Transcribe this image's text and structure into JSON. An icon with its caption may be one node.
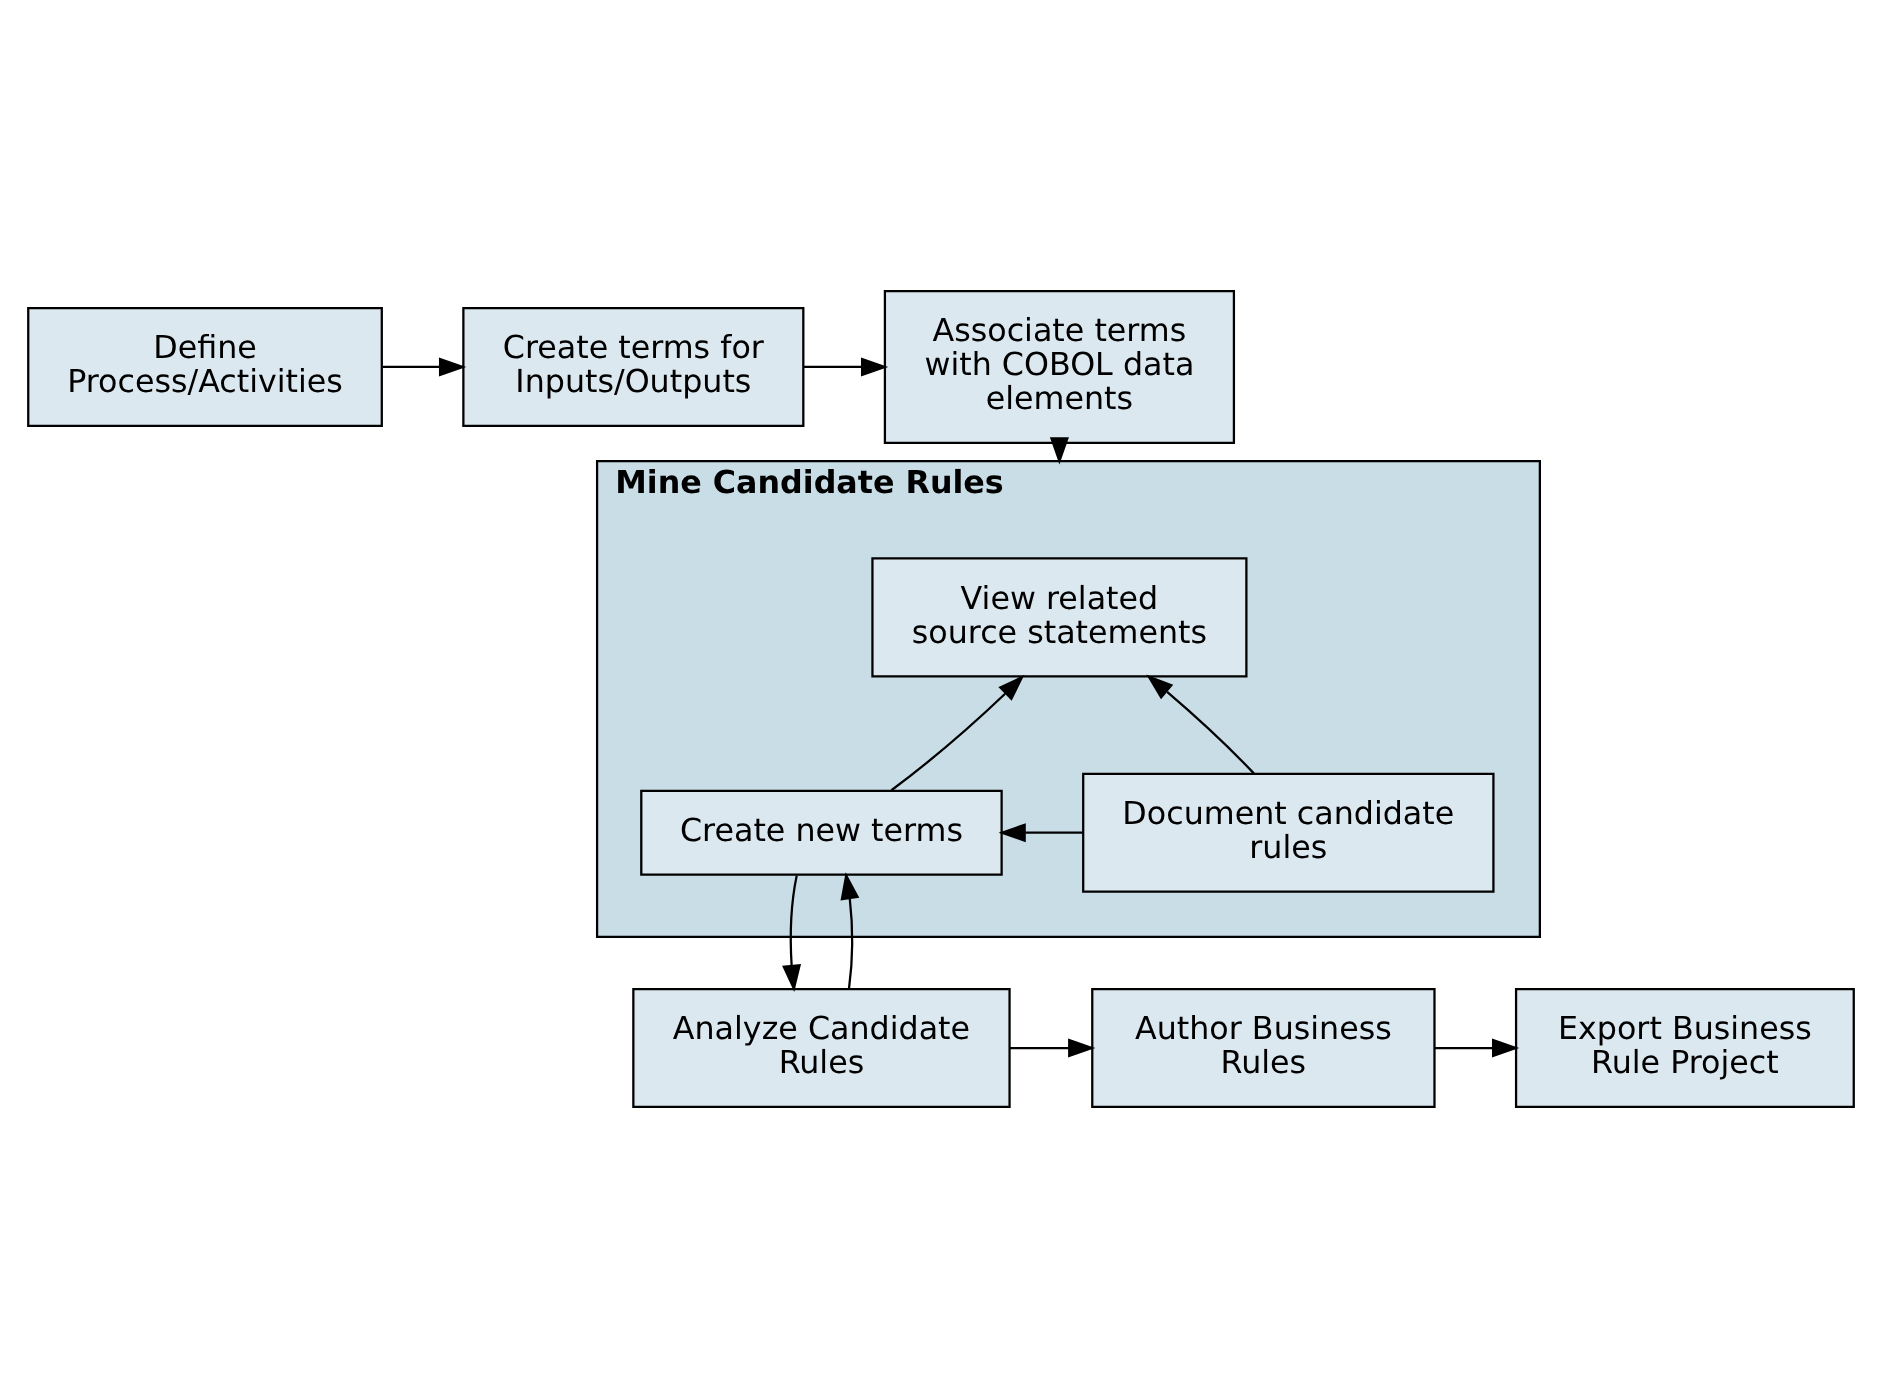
{
  "diagram": {
    "nodes": [
      {
        "text": [
          "Define Process/Activities"
        ]
      },
      {
        "text": [
          "Create terms for Inputs/Outputs"
        ]
      },
      {
        "text": [
          "Associate terms with COBOL data elements"
        ]
      },
      {
        "text": [
          "Mine Candidate Rules"
        ]
      },
      {
        "text": [
          "View related source statements"
        ],
        "in": 3
      },
      {
        "text": [
          "Create new terms"
        ],
        "in": 3
      },
      {
        "text": [
          "Document candidate rules"
        ],
        "in": 3
      },
      {
        "text": [
          "Analyze Candidate Rules"
        ]
      },
      {
        "text": [
          "Author Business Rules"
        ]
      },
      {
        "text": [
          "Export Business Rule Project"
        ]
      }
    ],
    "edges": [
      {
        "from": 0,
        "to": 1,
        "arrow": "to"
      },
      {
        "from": 1,
        "to": 2,
        "arrow": "to"
      },
      {
        "from": 2,
        "to": 3,
        "arrow": "to"
      },
      {
        "from": 5,
        "to": 4,
        "arrow": "to"
      },
      {
        "from": 6,
        "to": 4,
        "arrow": "to"
      },
      {
        "from": 6,
        "to": 5,
        "arrow": "to"
      },
      {
        "from": 5,
        "to": 7,
        "arrow": "to"
      },
      {
        "from": 7,
        "to": 5,
        "arrow": "to"
      },
      {
        "from": 7,
        "to": 8,
        "arrow": "to"
      },
      {
        "from": 8,
        "to": 9,
        "arrow": "to"
      }
    ]
  }
}
